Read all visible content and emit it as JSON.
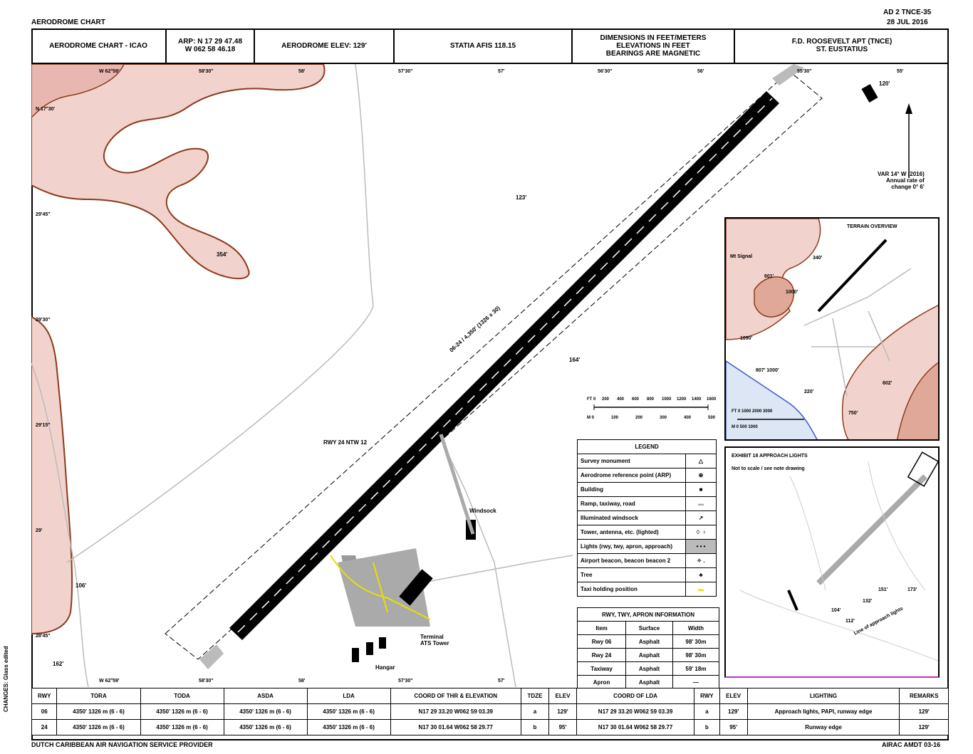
{
  "page": {
    "top_left": "AERODROME CHART",
    "top_right_1": "AD 2 TNCE-35",
    "top_right_2": "28 JUL 2016",
    "bottom_left": "DUTCH CARIBBEAN AIR NAVIGATION SERVICE PROVIDER",
    "bottom_right": "AIRAC AMDT 03-16",
    "side_note": "CHANGES: Glass edited"
  },
  "header": {
    "title": "AERODROME CHART - ICAO",
    "arp": "ARP: N 17 29 47.48\nW 062 58 46.18",
    "elev": "AERODROME ELEV: 129'",
    "atis": "STATIA AFIS 118.15",
    "units": "DIMENSIONS IN FEET/METERS\nELEVATIONS IN FEET\nBEARINGS ARE MAGNETIC",
    "airport": "F.D. ROOSEVELT APT (TNCE)\nST. EUSTATIUS"
  },
  "map": {
    "runway_label": "06-24 / 4,350' (1326 x 30)",
    "threshold_label": "RWY 24 NTW 12",
    "variation": "VAR 14° W (2016)\nAnnual rate of\nchange 0° 6'",
    "lbl_windsock": "Windsock",
    "lbl_terminal": "Terminal\nATS Tower",
    "lbl_hangar": "Hangar",
    "lbl_elev1": "354'",
    "lbl_elev2": "123'",
    "lbl_elev3": "164'",
    "lbl_elev4": "106'",
    "lbl_elev5": "162'",
    "lbl_elev6": "120'",
    "scale_top": [
      "FT 0",
      "200",
      "400",
      "600",
      "800",
      "1000",
      "1200",
      "1400",
      "1600"
    ],
    "scale_bot": [
      "M 0",
      "100",
      "200",
      "300",
      "400",
      "500"
    ],
    "top_ticks": [
      "W 62°59'",
      "58'30\"",
      "58'",
      "57'30\"",
      "57'",
      "56'30\"",
      "56'",
      "55'30\"",
      "55'"
    ],
    "left_ticks": [
      "N 17°30'",
      "29'45\"",
      "29'30\"",
      "29'15\"",
      "29'",
      "28'45\""
    ],
    "bottom_ticks": [
      "W 62°59'",
      "58'30\"",
      "58'",
      "57'30\"",
      "57'"
    ]
  },
  "inset_terrain": {
    "title": "TERRAIN OVERVIEW",
    "labels": [
      "Mt Signal",
      "601'",
      "340'",
      "1000'",
      "1090'",
      "220'",
      "807' 1000'",
      "602'",
      "750'"
    ],
    "scale_top": "FT 0  1000  2000  3000",
    "scale_bot": "M 0  500  1000"
  },
  "inset_approach": {
    "title": "EXHIBIT 18 APPROACH LIGHTS",
    "subtitle": "Not to scale / see note drawing",
    "lbl_group": "Line of approach lights",
    "elevs": [
      "104'",
      "132'",
      "151'",
      "173'",
      "112'"
    ]
  },
  "legend": {
    "title": "LEGEND",
    "rows": [
      {
        "label": "Survey monument",
        "sym": "△"
      },
      {
        "label": "Aerodrome reference point (ARP)",
        "sym": "⊕"
      },
      {
        "label": "Building",
        "sym": "■"
      },
      {
        "label": "Ramp, taxiway, road",
        "sym": "▬"
      },
      {
        "label": "Illuminated windsock",
        "sym": "↗"
      },
      {
        "label": "Tower, antenna, etc. (lighted)",
        "sym": "♢ ♀"
      },
      {
        "label": "Lights (rwy, twy, apron, approach)",
        "sym": "• • •"
      },
      {
        "label": "Airport beacon, beacon beacon 2",
        "sym": "✧ ."
      },
      {
        "label": "Tree",
        "sym": "♣"
      },
      {
        "label": "Taxi holding position",
        "sym": "▬"
      }
    ]
  },
  "surface_info": {
    "title": "RWY, TWY, APRON INFORMATION",
    "headers": [
      "Item",
      "Surface",
      "Width"
    ],
    "rows": [
      [
        "Rwy 06",
        "Asphalt",
        "98' 30m"
      ],
      [
        "Rwy 24",
        "Asphalt",
        "98' 30m"
      ],
      [
        "Taxiway",
        "Asphalt",
        "59' 18m"
      ],
      [
        "Apron",
        "Asphalt",
        "—"
      ]
    ]
  },
  "declared": {
    "headers": [
      "RWY",
      "TORA",
      "TODA",
      "ASDA",
      "LDA",
      "COORD OF THR & ELEVATION",
      "TDZE",
      "ELEV",
      "COORD OF LDA",
      "RWY",
      "ELEV",
      "LIGHTING",
      "REMARKS"
    ],
    "rows": [
      [
        "06",
        "4350' 1326 m (6 - 6)",
        "4350' 1326 m (6 - 6)",
        "4350' 1326 m (6 - 6)",
        "4350' 1326 m (6 - 6)",
        "N17 29 33.20 W062 59 03.39",
        "a",
        "129'",
        "N17 29 33.20 W062 59 03.39",
        "a",
        "129'",
        "Approach lights, PAPI, runway edge",
        "129'"
      ],
      [
        "24",
        "4350' 1326 m (6 - 6)",
        "4350' 1326 m (6 - 6)",
        "4350' 1326 m (6 - 6)",
        "4350' 1326 m (6 - 6)",
        "N17 30 01.64 W062 58 29.77",
        "b",
        "95'",
        "N17 30 01.64 W062 58 29.77",
        "b",
        "95'",
        "Runway edge",
        "129'"
      ]
    ]
  }
}
